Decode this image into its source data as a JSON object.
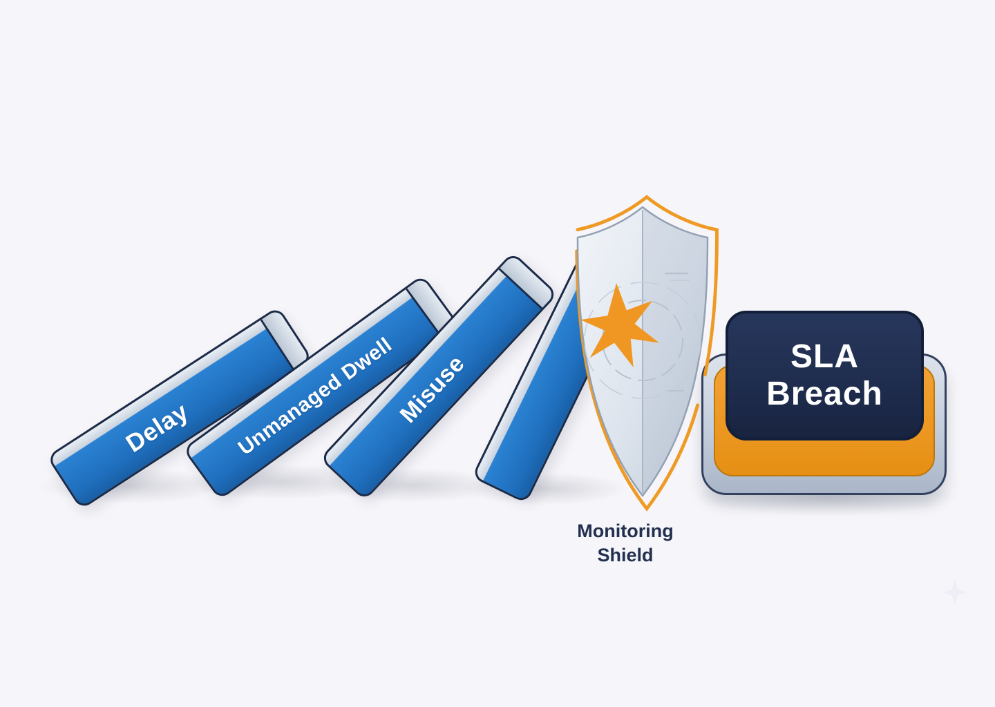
{
  "scene_title": "Domino effect stopped by monitoring shield before SLA breach",
  "dominoes": [
    {
      "label": "Delay"
    },
    {
      "label": "Unmanaged Dwell"
    },
    {
      "label": "Misuse"
    },
    {
      "label": ""
    }
  ],
  "shield": {
    "label_lines": [
      "Monitoring",
      "Shield"
    ]
  },
  "button": {
    "label_lines": [
      "SLA",
      "Breach"
    ]
  },
  "colors": {
    "background": "#f6f5f9",
    "domino_blue": "#1f6fbe",
    "domino_edge_silver": "#c9d3df",
    "outline_navy": "#1b2a47",
    "shield_silver": "#dbe3ec",
    "accent_orange": "#ec9420",
    "button_navy": "#1d2a4a",
    "label_navy": "#22304f",
    "text_white": "#ffffff"
  }
}
